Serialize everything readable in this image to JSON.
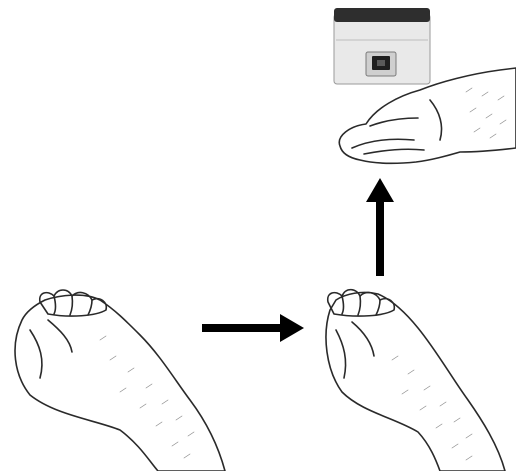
{
  "figure": {
    "steps": [
      {
        "name": "hands-clasped-start"
      },
      {
        "name": "hands-clasped-aligned"
      },
      {
        "name": "hands-under-device"
      }
    ],
    "arrows": [
      {
        "direction": "right",
        "from": "hands-clasped-start",
        "to": "hands-clasped-aligned"
      },
      {
        "direction": "up",
        "from": "hands-clasped-aligned",
        "to": "hands-under-device"
      }
    ],
    "colors": {
      "arrow": "#000000",
      "skin": "#f4f4f4",
      "outline": "#2a2a2a",
      "device_top": "#2e2e2e",
      "device_body": "#e9e9e9"
    }
  }
}
